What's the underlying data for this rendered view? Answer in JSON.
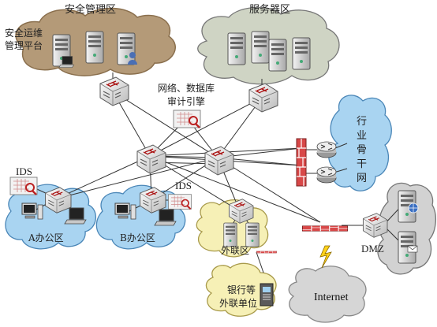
{
  "zones": {
    "security_mgmt": {
      "label": "安全管理区",
      "platform_line1": "安全运维",
      "platform_line2": "管理平台"
    },
    "servers": {
      "label": "服务器区"
    },
    "office_a": {
      "label": "A办公区"
    },
    "office_b": {
      "label": "B办公区"
    },
    "extranet": {
      "label": "外联区"
    },
    "backbone": {
      "chars": [
        "行",
        "业",
        "骨",
        "干",
        "网"
      ]
    },
    "dmz": {
      "label": "DMZ"
    },
    "internet": {
      "label": "Internet"
    },
    "bank": {
      "line1": "银行等",
      "line2": "外联单位"
    }
  },
  "engines": {
    "audit_line1": "网络、数据库",
    "audit_line2": "审计引擎",
    "ids_left": "IDS",
    "ids_right": "IDS"
  },
  "colors": {
    "cloud_brown_fill": "#b49a78",
    "cloud_brown_stroke": "#8a6f4d",
    "cloud_grey_fill": "#cfd4c4",
    "cloud_blue_fill": "#a9d4f1",
    "cloud_yellow_fill": "#f6f0b6",
    "cloud_internet_fill": "#d6d6d6",
    "firewall_red": "#c83a3a",
    "router_fill": "#e8e8e8"
  }
}
